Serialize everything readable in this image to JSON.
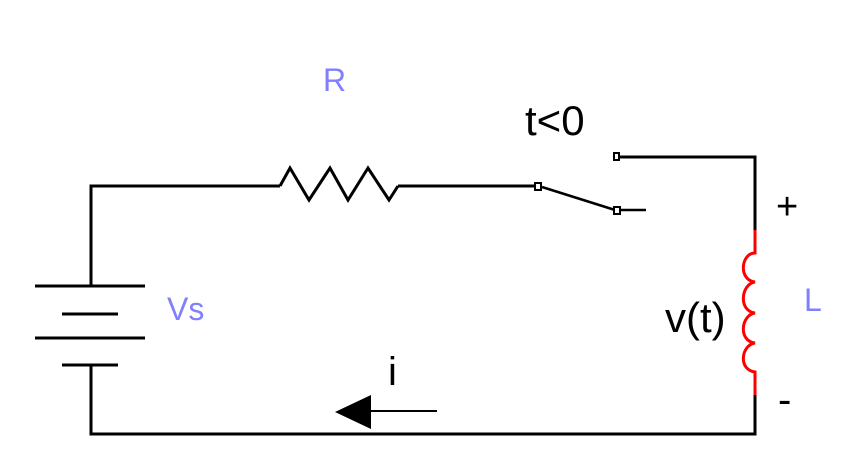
{
  "labels": {
    "resistor": "R",
    "source": "Vs",
    "switch_condition": "t<0",
    "inductor": "L",
    "voltage": "v(t)",
    "plus": "+",
    "minus": "-",
    "current": "i"
  },
  "colors": {
    "wire": "#000000",
    "inductor": "#ff0000",
    "component_label": "#8080ff"
  }
}
